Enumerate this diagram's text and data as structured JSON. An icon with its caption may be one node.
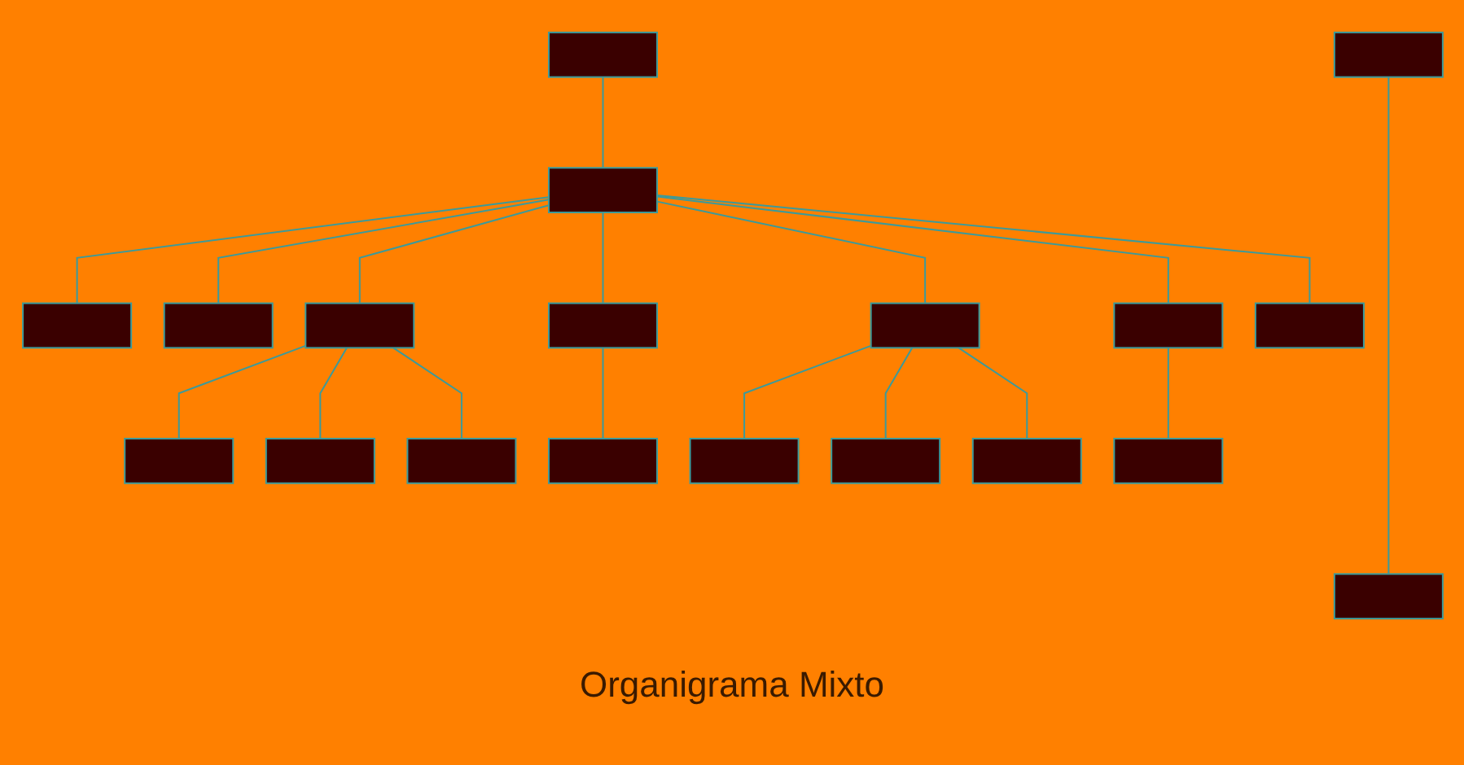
{
  "diagram": {
    "caption": "Organigrama Mixto",
    "nodes": [
      {
        "text": [],
        "shape": "box"
      },
      {
        "text": [],
        "shape": "box"
      },
      {
        "text": [],
        "shape": "box"
      },
      {
        "text": [],
        "shape": "box"
      },
      {
        "text": [],
        "shape": "box"
      },
      {
        "text": [],
        "shape": "box"
      },
      {
        "text": [],
        "shape": "box"
      },
      {
        "text": [],
        "shape": "box"
      },
      {
        "text": [],
        "shape": "box"
      },
      {
        "text": [],
        "shape": "box"
      },
      {
        "text": [],
        "shape": "box"
      },
      {
        "text": [],
        "shape": "box"
      },
      {
        "text": [],
        "shape": "box"
      },
      {
        "text": [],
        "shape": "box"
      },
      {
        "text": [],
        "shape": "box"
      },
      {
        "text": [],
        "shape": "box"
      },
      {
        "text": [],
        "shape": "box"
      },
      {
        "text": [],
        "shape": "box"
      },
      {
        "text": [],
        "shape": "box"
      }
    ],
    "edges": [
      {
        "from": 0,
        "to": 1,
        "arrow": "none"
      },
      {
        "from": 1,
        "to": 2,
        "arrow": "none"
      },
      {
        "from": 1,
        "to": 3,
        "arrow": "none"
      },
      {
        "from": 1,
        "to": 4,
        "arrow": "none"
      },
      {
        "from": 1,
        "to": 5,
        "arrow": "none"
      },
      {
        "from": 1,
        "to": 6,
        "arrow": "none"
      },
      {
        "from": 1,
        "to": 7,
        "arrow": "none"
      },
      {
        "from": 1,
        "to": 8,
        "arrow": "none"
      },
      {
        "from": 4,
        "to": 9,
        "arrow": "none"
      },
      {
        "from": 4,
        "to": 12,
        "arrow": "none"
      },
      {
        "from": 4,
        "to": 14,
        "arrow": "none"
      },
      {
        "from": 5,
        "to": 10,
        "arrow": "none"
      },
      {
        "from": 6,
        "to": 11,
        "arrow": "none"
      },
      {
        "from": 6,
        "to": 13,
        "arrow": "none"
      },
      {
        "from": 6,
        "to": 15,
        "arrow": "none"
      },
      {
        "from": 7,
        "to": 18,
        "arrow": "none"
      },
      {
        "from": 16,
        "to": 17,
        "arrow": "none"
      }
    ]
  }
}
